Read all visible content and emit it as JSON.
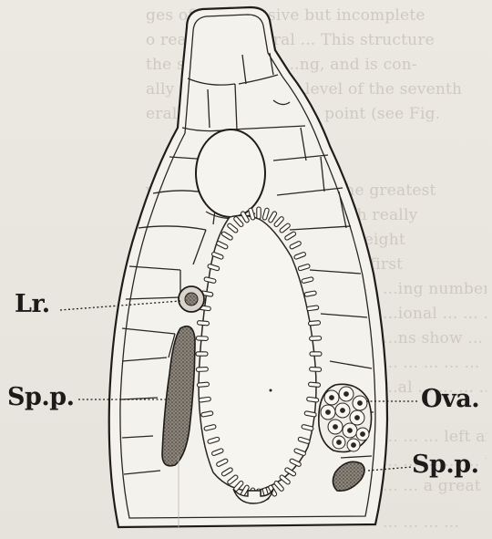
{
  "figure": {
    "labels": {
      "lr": "Lr.",
      "spp_left": "Sp.p.",
      "ova": "Ova.",
      "spp_right": "Sp.p."
    }
  },
  "page_text": {
    "lines": [
      "ges of an extensive but incomplete",
      "o reaches a lateral ... This structure",
      "the second eight ...ng, and is con-",
      "ally ...ed to a slight level of the seventh",
      "erally ...minuted to ... point (see Fig.",
      "y of section of the body the greatest",
      "wever, the bulk ...fa growth really",
      "...ge. At ... time ... given in eight",
      "... the more infant ... is ... a first",
      "...ing number of the entire size",
      "...ional ... ... ... ... ...",
      "...ns show ... in length, ... right",
      "... ... ... ... ... ... ...",
      "...al ... ... ... ... ... ...",
      "... ... ... left and",
      "... ... ... ... ... the liver",
      "... ... a great ... whole of the",
      "... ... ... ..."
    ]
  }
}
